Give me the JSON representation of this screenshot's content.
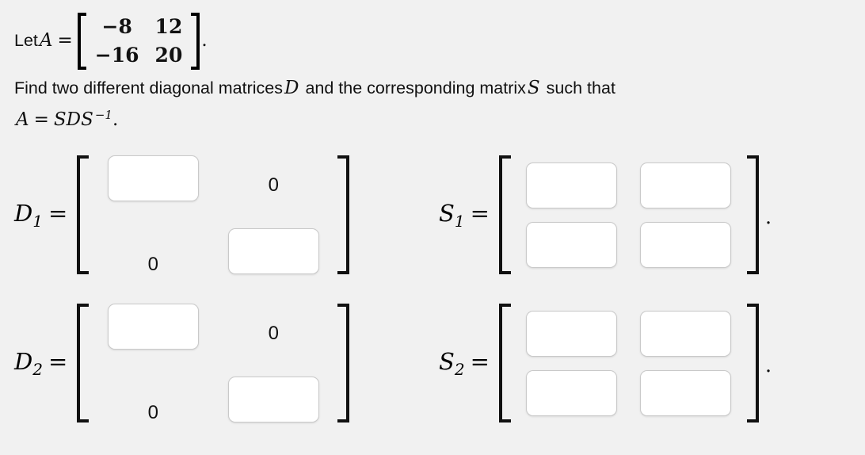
{
  "problem": {
    "let_text": "Let",
    "matrix_symbol": "A",
    "equals": "=",
    "matrix_A": {
      "rows": [
        [
          "−8",
          "12"
        ],
        [
          "−16",
          "20"
        ]
      ]
    },
    "period": ".",
    "instruction_part_1": "Find two different diagonal matrices",
    "instruction_symbol_D": "D",
    "instruction_part_2": "and the corresponding matrix",
    "instruction_symbol_S": "S",
    "instruction_part_3": "such that",
    "equation": {
      "lhs": "A",
      "equals": "=",
      "rhs_base": "SDS",
      "rhs_exponent": "−1",
      "period": "."
    }
  },
  "answers": {
    "trailing_period": ".",
    "rows": [
      {
        "diagonal": {
          "label_base": "D",
          "label_sub": "1",
          "equals": "=",
          "cells": [
            {
              "kind": "input",
              "value": "",
              "placeholder": ""
            },
            {
              "kind": "text",
              "value": "0"
            },
            {
              "kind": "text",
              "value": "0"
            },
            {
              "kind": "input",
              "value": "",
              "placeholder": ""
            }
          ]
        },
        "similarity": {
          "label_base": "S",
          "label_sub": "1",
          "equals": "=",
          "cells": [
            {
              "kind": "input",
              "value": "",
              "placeholder": ""
            },
            {
              "kind": "input",
              "value": "",
              "placeholder": ""
            },
            {
              "kind": "input",
              "value": "",
              "placeholder": ""
            },
            {
              "kind": "input",
              "value": "",
              "placeholder": ""
            }
          ]
        }
      },
      {
        "diagonal": {
          "label_base": "D",
          "label_sub": "2",
          "equals": "=",
          "cells": [
            {
              "kind": "input",
              "value": "",
              "placeholder": ""
            },
            {
              "kind": "text",
              "value": "0"
            },
            {
              "kind": "text",
              "value": "0"
            },
            {
              "kind": "input",
              "value": "",
              "placeholder": ""
            }
          ]
        },
        "similarity": {
          "label_base": "S",
          "label_sub": "2",
          "equals": "=",
          "cells": [
            {
              "kind": "input",
              "value": "",
              "placeholder": ""
            },
            {
              "kind": "input",
              "value": "",
              "placeholder": ""
            },
            {
              "kind": "input",
              "value": "",
              "placeholder": ""
            },
            {
              "kind": "input",
              "value": "",
              "placeholder": ""
            }
          ]
        }
      }
    ]
  },
  "colors": {
    "page_background": "#f1f1f1",
    "text": "#111111",
    "input_background": "#ffffff",
    "input_border": "#c9c9c9"
  }
}
